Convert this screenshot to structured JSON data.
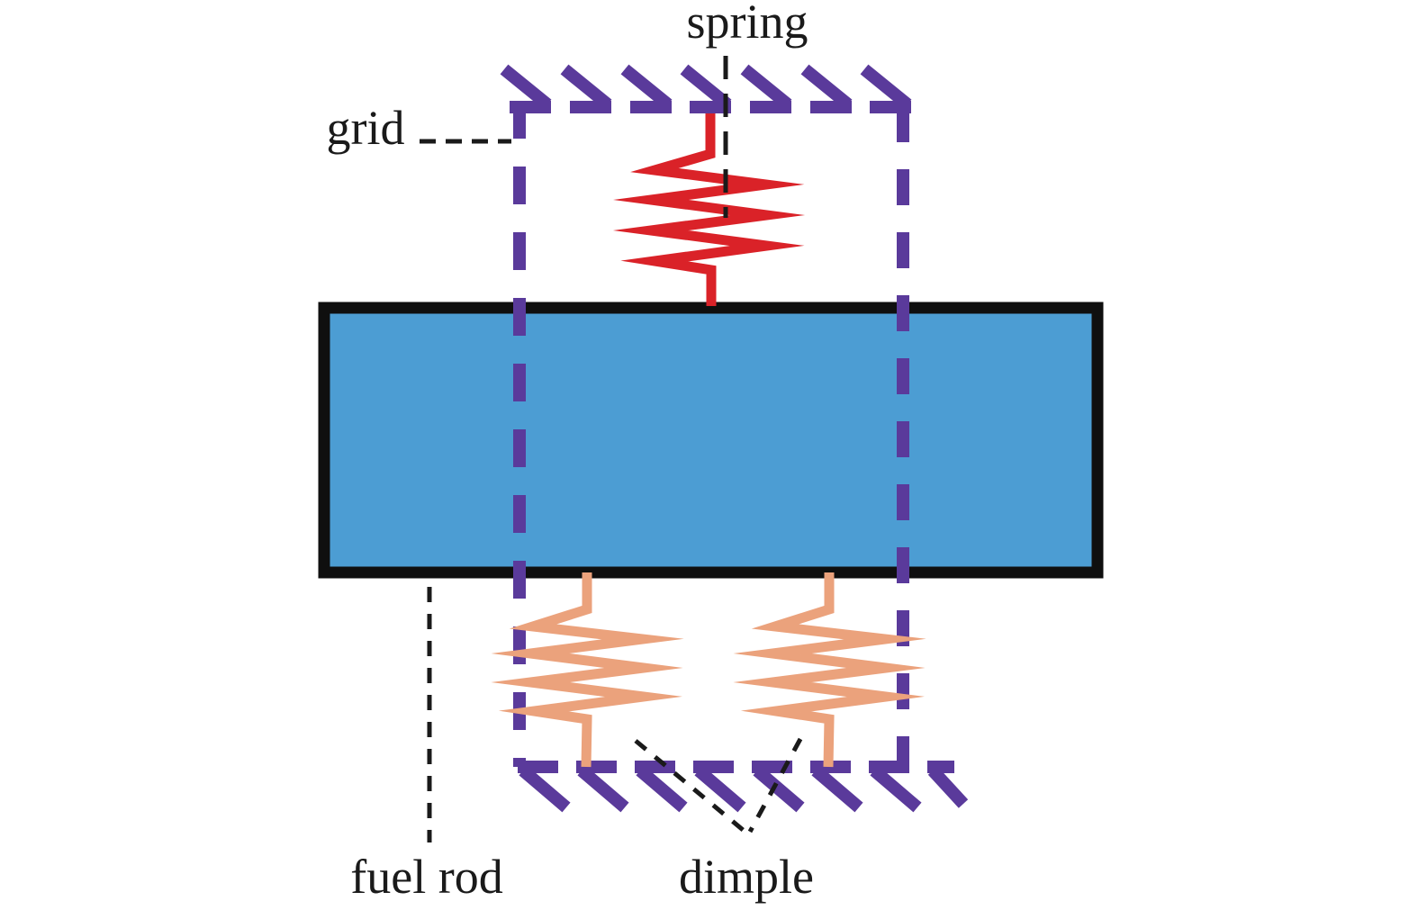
{
  "diagram": {
    "labels": {
      "spring": "spring",
      "grid": "grid",
      "fuel_rod": "fuel rod",
      "dimple": "dimple"
    },
    "colors": {
      "grid_purple": "#5a3a9b",
      "spring_red": "#da2228",
      "dimple_orange": "#eba27c",
      "rod_fill": "#4c9dd3",
      "rod_border": "#0f0f0f",
      "leader_black": "#1a1a1a",
      "text_black": "#1a1a1a",
      "background": "#ffffff"
    }
  }
}
